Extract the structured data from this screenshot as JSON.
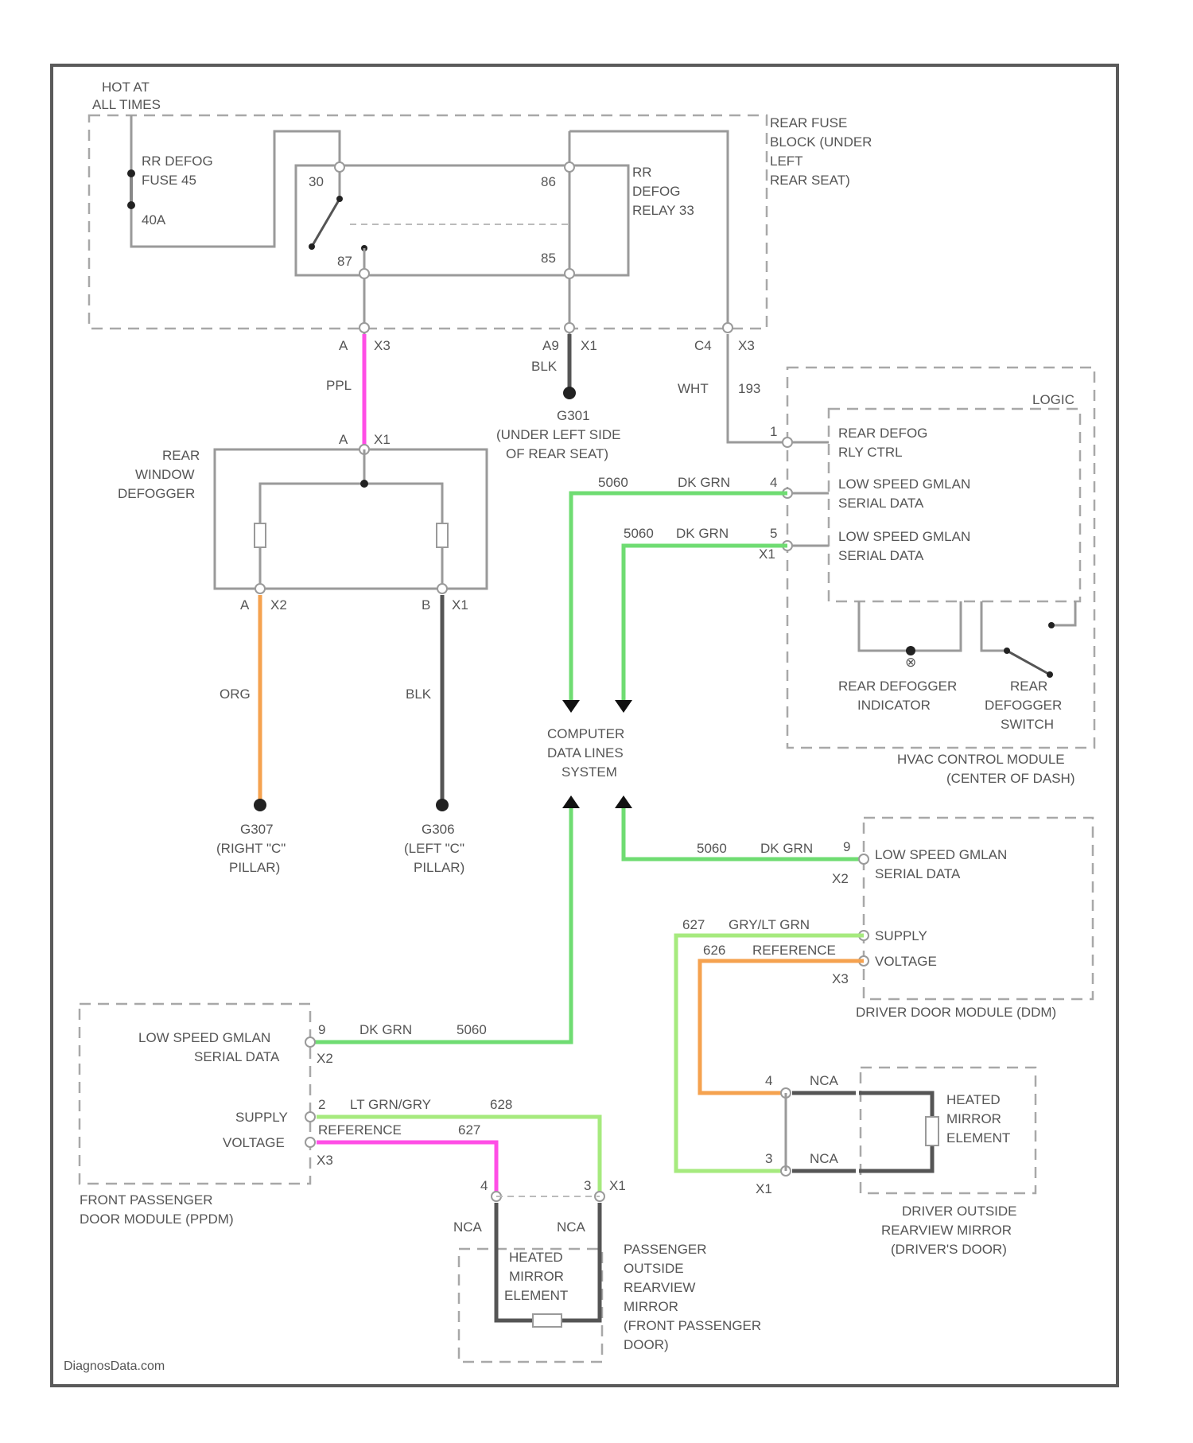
{
  "watermark": "DiagnosData.com",
  "hot_at_all_times": [
    "HOT AT",
    "ALL TIMES"
  ],
  "fuse": {
    "name": [
      "RR DEFOG",
      "FUSE 45"
    ],
    "rating": "40A"
  },
  "rear_fuse_block": [
    "REAR FUSE",
    "BLOCK (UNDER",
    "LEFT",
    "REAR SEAT)"
  ],
  "relay": {
    "name": [
      "RR",
      "DEFOG",
      "RELAY 33"
    ],
    "pins": {
      "p30": "30",
      "p86": "86",
      "p87": "87",
      "p85": "85"
    }
  },
  "fuse_block_connectors": {
    "left": {
      "pin": "A",
      "conn": "X3"
    },
    "mid": {
      "pin": "A9",
      "conn": "X1"
    },
    "right": {
      "pin": "C4",
      "conn": "X3"
    }
  },
  "wire_ppl": "PPL",
  "wire_blk_upper": "BLK",
  "wire_wht": "WHT",
  "circuit_193": "193",
  "ground_g301": [
    "G301",
    "(UNDER LEFT SIDE",
    "OF REAR SEAT)"
  ],
  "rear_window_defogger": [
    "REAR",
    "WINDOW",
    "DEFOGGER"
  ],
  "defogger_connectors": {
    "top": {
      "pin": "A",
      "conn": "X1"
    },
    "left": {
      "pin": "A",
      "conn": "X2"
    },
    "right": {
      "pin": "B",
      "conn": "X1"
    }
  },
  "wire_org": "ORG",
  "wire_blk_lower": "BLK",
  "ground_g307": [
    "G307",
    "(RIGHT \"C\"",
    "PILLAR)"
  ],
  "ground_g306": [
    "G306",
    "(LEFT \"C\"",
    "PILLAR)"
  ],
  "hvac_module": {
    "logic": "LOGIC",
    "rows": [
      {
        "pin": "1",
        "label": [
          "REAR DEFOG",
          "RLY CTRL"
        ]
      },
      {
        "pin": "4",
        "label": [
          "LOW SPEED GMLAN",
          "SERIAL DATA"
        ]
      },
      {
        "pin": "5",
        "label": [
          "LOW SPEED GMLAN",
          "SERIAL DATA"
        ]
      }
    ],
    "conn": "X1",
    "indicator": [
      "REAR DEFOGGER",
      "INDICATOR"
    ],
    "switch": [
      "REAR",
      "DEFOGGER",
      "SWITCH"
    ],
    "name": [
      "HVAC CONTROL MODULE",
      "(CENTER OF DASH)"
    ]
  },
  "gmlan_wires": {
    "hvac_a": {
      "circuit": "5060",
      "color": "DK GRN"
    },
    "hvac_b": {
      "circuit": "5060",
      "color": "DK GRN"
    },
    "ddm": {
      "circuit": "5060",
      "color": "DK GRN"
    },
    "pdm": {
      "circuit": "5060",
      "color": "DK GRN"
    }
  },
  "data_system": [
    "COMPUTER",
    "DATA LINES",
    "SYSTEM"
  ],
  "ddm": {
    "row_data": {
      "pin": "9",
      "label": [
        "LOW SPEED GMLAN",
        "SERIAL DATA"
      ],
      "conn": "X2"
    },
    "row_supply": "SUPPLY",
    "row_voltage": "VOLTAGE",
    "conn2": "X3",
    "name": "DRIVER DOOR MODULE (DDM)",
    "wire_supply": {
      "circuit": "627",
      "color": "GRY/LT GRN"
    },
    "wire_ref": {
      "circuit": "626",
      "label": "REFERENCE"
    }
  },
  "driver_mirror": {
    "element": [
      "HEATED",
      "MIRROR",
      "ELEMENT"
    ],
    "pin_a": "4",
    "pin_b": "3",
    "conn": "X1",
    "nca_a": "NCA",
    "nca_b": "NCA",
    "name": [
      "DRIVER OUTSIDE",
      "REARVIEW MIRROR",
      "(DRIVER'S DOOR)"
    ]
  },
  "pdm": {
    "row_data": {
      "pin": "9",
      "label": [
        "LOW SPEED GMLAN",
        "SERIAL DATA"
      ],
      "conn": "X2"
    },
    "row_supply": "SUPPLY",
    "row_voltage": "VOLTAGE",
    "conn2": "X3",
    "name": [
      "FRONT PASSENGER",
      "DOOR MODULE (PPDM)"
    ],
    "wire_supply": {
      "prefix": "2",
      "color": "LT GRN/GRY",
      "circuit": "628"
    },
    "wire_ref": {
      "label": "REFERENCE",
      "circuit": "627"
    }
  },
  "passenger_mirror": {
    "element": [
      "HEATED",
      "MIRROR",
      "ELEMENT"
    ],
    "pin_a": "4",
    "pin_b": "3",
    "conn": "X1",
    "nca_a": "NCA",
    "nca_b": "NCA",
    "name": [
      "PASSENGER",
      "OUTSIDE",
      "REARVIEW",
      "MIRROR",
      "(FRONT PASSENGER",
      "DOOR)"
    ]
  }
}
